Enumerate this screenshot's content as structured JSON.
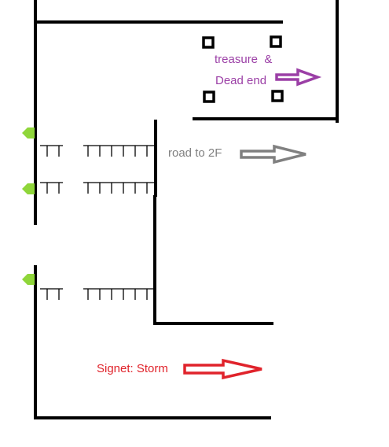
{
  "map": {
    "labels": {
      "treasure_line1": "treasure  &",
      "treasure_line2": "Dead end",
      "road": "road to 2F",
      "signet": "Signet: Storm"
    },
    "colors": {
      "wall": "#000000",
      "treasure": "#9b3fa6",
      "road": "#808080",
      "signet": "#e0232b",
      "entrance": "#8fd63a",
      "background": "#ffffff"
    },
    "icons": {
      "treasure_markers": "chest-marker-icon",
      "entrance_markers": "entrance-arrow-icon",
      "arrows": "direction-arrow-icon"
    }
  }
}
